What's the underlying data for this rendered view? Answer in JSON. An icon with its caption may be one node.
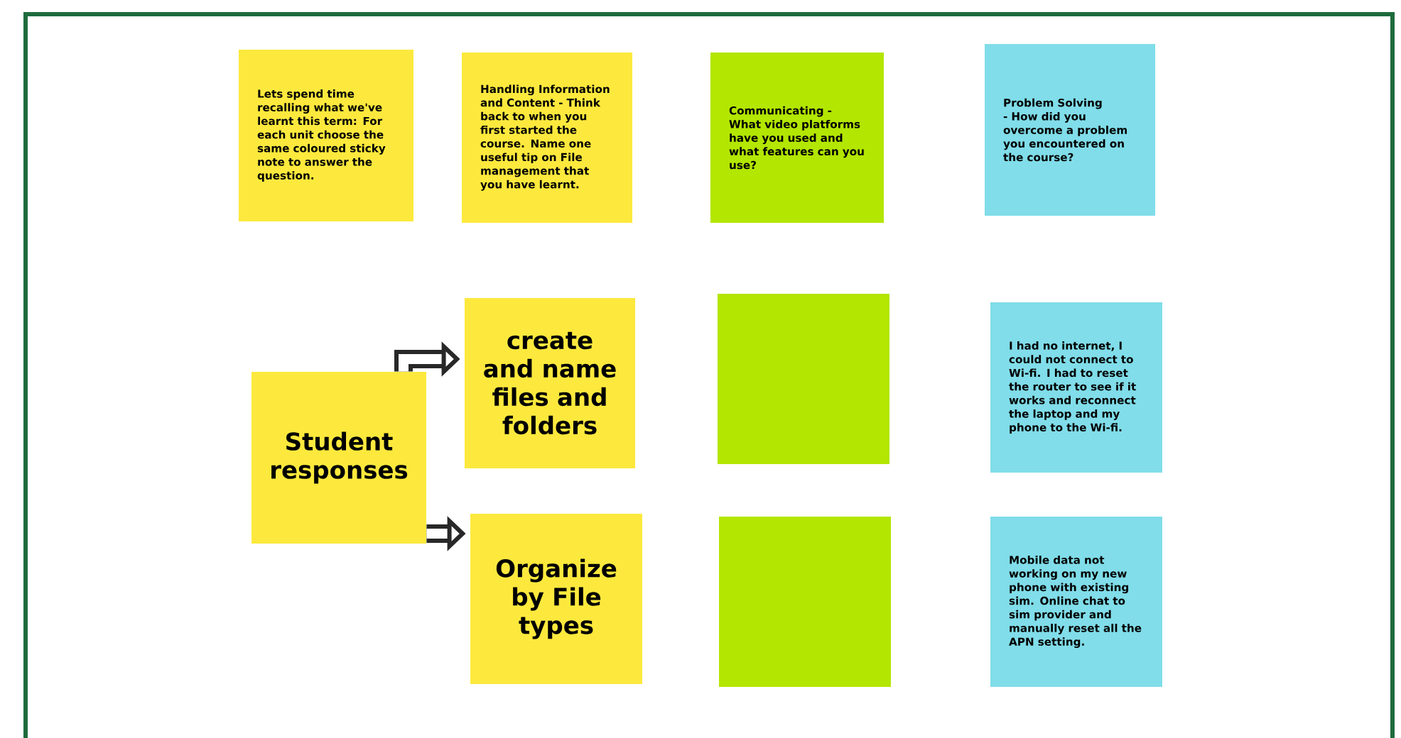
{
  "diagram": {
    "nodes": [
      {
        "text": [
          "Lets spend time recalling what we've learnt this term: For each unit choose the same coloured sticky note to answer the question."
        ]
      },
      {
        "text": [
          "Handling Information and Content  - Think back to when you first started the course.  Name one useful tip on File management that you have learnt."
        ]
      },
      {
        "text": [
          "Communicating - What video platforms have you used and what features can you use?"
        ]
      },
      {
        "text": [
          "Problem Solving - How did you overcome a problem you encountered on the course?"
        ]
      },
      {
        "text": [
          "Student responses"
        ]
      },
      {
        "text": [
          "create and name files and folders"
        ]
      },
      {
        "text": [],
        "shape": "box"
      },
      {
        "text": [
          "I had no internet, I could not connect to Wi-fi. I had to reset the router to see if it works and reconnect the laptop and my phone to the Wi-fi."
        ]
      },
      {
        "text": [
          "Organize by File types"
        ]
      },
      {
        "text": [],
        "shape": "box"
      },
      {
        "text": [
          "Mobile data not working on my new phone with existing sim.  Online chat to sim provider and manually reset all the APN setting."
        ]
      }
    ],
    "edges": [
      {
        "from": 4,
        "to": 5,
        "arrow": "to"
      },
      {
        "from": 4,
        "to": 8,
        "arrow": "to"
      }
    ]
  }
}
